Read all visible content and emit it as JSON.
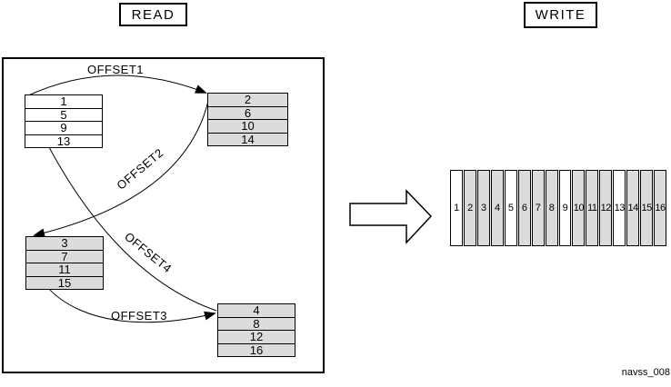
{
  "header": {
    "read_label": "READ",
    "write_label": "WRITE"
  },
  "offset_labels": {
    "offset1": "OFFSET1",
    "offset2": "OFFSET2",
    "offset3": "OFFSET3",
    "offset4": "OFFSET4"
  },
  "read_tables": [
    {
      "id": "table-1",
      "fill": "#ffffff",
      "values": [
        "1",
        "5",
        "9",
        "13"
      ]
    },
    {
      "id": "table-2",
      "fill": "#dcdcdc",
      "values": [
        "2",
        "6",
        "10",
        "14"
      ]
    },
    {
      "id": "table-3",
      "fill": "#dcdcdc",
      "values": [
        "3",
        "7",
        "11",
        "15"
      ]
    },
    {
      "id": "table-4",
      "fill": "#dcdcdc",
      "values": [
        "4",
        "8",
        "12",
        "16"
      ]
    }
  ],
  "write_strip": {
    "cells": [
      {
        "label": "1",
        "fill": "#ffffff"
      },
      {
        "label": "2",
        "fill": "#dcdcdc"
      },
      {
        "label": "3",
        "fill": "#dcdcdc"
      },
      {
        "label": "4",
        "fill": "#dcdcdc"
      },
      {
        "label": "5",
        "fill": "#ffffff"
      },
      {
        "label": "6",
        "fill": "#dcdcdc"
      },
      {
        "label": "7",
        "fill": "#dcdcdc"
      },
      {
        "label": "8",
        "fill": "#dcdcdc"
      },
      {
        "label": "9",
        "fill": "#ffffff"
      },
      {
        "label": "10",
        "fill": "#dcdcdc"
      },
      {
        "label": "11",
        "fill": "#dcdcdc"
      },
      {
        "label": "12",
        "fill": "#dcdcdc"
      },
      {
        "label": "13",
        "fill": "#ffffff"
      },
      {
        "label": "14",
        "fill": "#dcdcdc"
      },
      {
        "label": "15",
        "fill": "#dcdcdc"
      },
      {
        "label": "16",
        "fill": "#dcdcdc"
      }
    ]
  },
  "caption": "navss_008",
  "colors": {
    "line": "#000000",
    "table_gray": "#dcdcdc",
    "background": "#ffffff"
  }
}
